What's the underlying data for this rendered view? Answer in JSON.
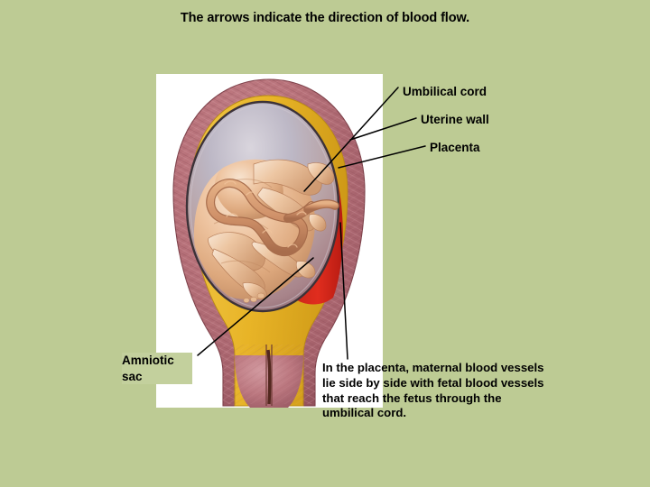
{
  "slide": {
    "title": "The arrows indicate the direction of blood flow.",
    "background_color": "#bdcb94",
    "panel_background_color": "#ffffff",
    "text_color": "#000000"
  },
  "labels": {
    "umbilical_cord": "Umbilical cord",
    "uterine_wall": "Uterine wall",
    "placenta": "Placenta",
    "amniotic_sac": "Amniotic\nsac",
    "amniotic_sac_line1": "Amniotic",
    "amniotic_sac_line2": "sac"
  },
  "note": {
    "text": "In the placenta, maternal blood vessels lie side by side with fetal blood vessels that reach the fetus through the umbilical cord."
  },
  "illustration": {
    "caption": "Cross-section of a pregnant uterus showing the fetus within the amniotic sac, the placenta attached to the uterine wall, and the umbilical cord.",
    "colors": {
      "myometrium": "#b9737b",
      "myometrium_dark": "#9c5560",
      "endometrium_yellow": "#e8b427",
      "placenta_red": "#d62418",
      "amniotic_fluid": "#b9b3c4",
      "fetus_skin": "#e0a87e",
      "cord": "#cf9068",
      "villi_gold": "#c9a13a"
    },
    "structures": [
      "uterine wall (myometrium)",
      "endometrium",
      "amniotic sac",
      "amniotic fluid",
      "fetus",
      "umbilical cord",
      "placenta",
      "cervix"
    ]
  }
}
